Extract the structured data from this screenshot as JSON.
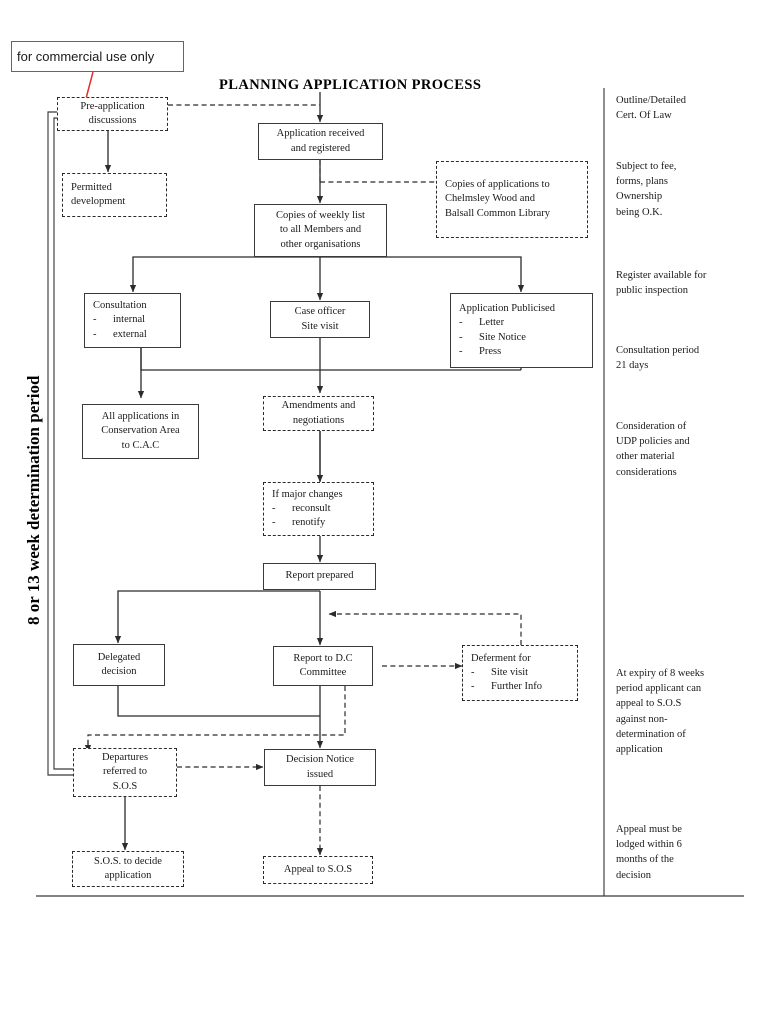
{
  "document": {
    "title": "PLANNING   APPLICATION PROCESS",
    "side_label": "8 or 13 week determination period"
  },
  "callout": {
    "text": "for commercial use only",
    "color": "#e03030"
  },
  "nodes": {
    "pre_application": {
      "lines": [
        "Pre-application",
        "discussions"
      ],
      "style": "dashed"
    },
    "permitted_development": {
      "lines": [
        "Permitted",
        "development"
      ],
      "style": "dashed"
    },
    "application_received": {
      "lines": [
        "Application received",
        "and registered"
      ],
      "style": "solid"
    },
    "copies_library": {
      "lines": [
        "Copies of applications to",
        "Chelmsley Wood and",
        "Balsall Common Library"
      ],
      "style": "dashed"
    },
    "copies_weekly_list": {
      "lines": [
        "Copies of weekly list",
        "to all Members and",
        "other organisations"
      ],
      "style": "solid"
    },
    "consultation": {
      "heading": "Consultation",
      "bullets": [
        "internal",
        "external"
      ],
      "style": "solid"
    },
    "case_officer": {
      "lines": [
        "Case officer",
        "Site visit"
      ],
      "style": "solid"
    },
    "application_publicised": {
      "heading": "Application Publicised",
      "bullets": [
        "Letter",
        "Site Notice",
        "Press"
      ],
      "style": "solid"
    },
    "conservation_area": {
      "lines": [
        "All applications in",
        "Conservation Area",
        "to C.A.C"
      ],
      "style": "solid"
    },
    "amendments": {
      "lines": [
        "Amendments and",
        "negotiations"
      ],
      "style": "dashed"
    },
    "major_changes": {
      "heading": "If major changes",
      "bullets": [
        "reconsult",
        "renotify"
      ],
      "style": "dashed"
    },
    "report_prepared": {
      "lines": [
        "Report prepared"
      ],
      "style": "solid"
    },
    "delegated_decision": {
      "lines": [
        "Delegated",
        "decision"
      ],
      "style": "solid"
    },
    "report_to_dc": {
      "lines": [
        "Report to D.C",
        "Committee"
      ],
      "style": "solid"
    },
    "deferment": {
      "heading": "Deferment for",
      "bullets": [
        "Site visit",
        "Further Info"
      ],
      "style": "dashed"
    },
    "departures": {
      "lines": [
        "Departures",
        "referred to",
        "S.O.S"
      ],
      "style": "dashed"
    },
    "decision_notice": {
      "lines": [
        "Decision Notice",
        "issued"
      ],
      "style": "solid"
    },
    "sos_decide": {
      "lines": [
        "S.O.S. to decide",
        "application"
      ],
      "style": "dashed"
    },
    "appeal_to_sos": {
      "lines": [
        "Appeal to S.O.S"
      ],
      "style": "dashed"
    }
  },
  "margin_notes": [
    {
      "id": "outline-detailed",
      "lines": [
        "Outline/Detailed",
        "Cert. Of Law"
      ]
    },
    {
      "id": "subject-to-fee",
      "lines": [
        "Subject to fee,",
        "forms, plans",
        "Ownership",
        " being O.K."
      ]
    },
    {
      "id": "register-available",
      "lines": [
        "Register available for",
        "public inspection"
      ]
    },
    {
      "id": "consultation-period",
      "lines": [
        "Consultation period",
        "21 days"
      ]
    },
    {
      "id": "consideration-udp",
      "lines": [
        "Consideration of",
        "UDP policies and",
        "other material",
        "considerations"
      ]
    },
    {
      "id": "appeal-non-determination",
      "lines": [
        "At expiry of 8 weeks",
        "period applicant can",
        "appeal to S.O.S",
        "against non-",
        "determination of",
        "application"
      ]
    },
    {
      "id": "appeal-six-months",
      "lines": [
        "Appeal must be",
        "lodged within 6",
        "months of the",
        "decision"
      ]
    }
  ],
  "chart_data": {
    "type": "diagram",
    "title": "PLANNING   APPLICATION PROCESS",
    "flow": [
      {
        "from": "pre_application",
        "to": "permitted_development",
        "style": "solid"
      },
      {
        "from": "pre_application",
        "to": "application_received",
        "style": "dashed"
      },
      {
        "from": "application_received",
        "to": "copies_weekly_list",
        "style": "solid"
      },
      {
        "from": "application_received",
        "to": "copies_library",
        "style": "dashed"
      },
      {
        "from": "copies_weekly_list",
        "to": "consultation",
        "style": "solid"
      },
      {
        "from": "copies_weekly_list",
        "to": "case_officer",
        "style": "solid"
      },
      {
        "from": "copies_weekly_list",
        "to": "application_publicised",
        "style": "solid"
      },
      {
        "from": "consultation",
        "to": "conservation_area",
        "style": "solid"
      },
      {
        "from": "consultation",
        "to": "amendments",
        "style": "solid"
      },
      {
        "from": "case_officer",
        "to": "amendments",
        "style": "solid"
      },
      {
        "from": "application_publicised",
        "to": "amendments",
        "style": "solid"
      },
      {
        "from": "amendments",
        "to": "major_changes",
        "style": "solid"
      },
      {
        "from": "major_changes",
        "to": "report_prepared",
        "style": "solid"
      },
      {
        "from": "report_prepared",
        "to": "delegated_decision",
        "style": "solid"
      },
      {
        "from": "report_prepared",
        "to": "report_to_dc",
        "style": "solid"
      },
      {
        "from": "report_to_dc",
        "to": "deferment",
        "style": "dashed"
      },
      {
        "from": "deferment",
        "to": "report_prepared",
        "style": "dashed"
      },
      {
        "from": "report_to_dc",
        "to": "departures",
        "style": "dashed"
      },
      {
        "from": "delegated_decision",
        "to": "decision_notice",
        "style": "solid"
      },
      {
        "from": "report_to_dc",
        "to": "decision_notice",
        "style": "solid"
      },
      {
        "from": "departures",
        "to": "decision_notice",
        "style": "dashed"
      },
      {
        "from": "departures",
        "to": "sos_decide",
        "style": "solid"
      },
      {
        "from": "decision_notice",
        "to": "appeal_to_sos",
        "style": "dashed"
      }
    ]
  }
}
